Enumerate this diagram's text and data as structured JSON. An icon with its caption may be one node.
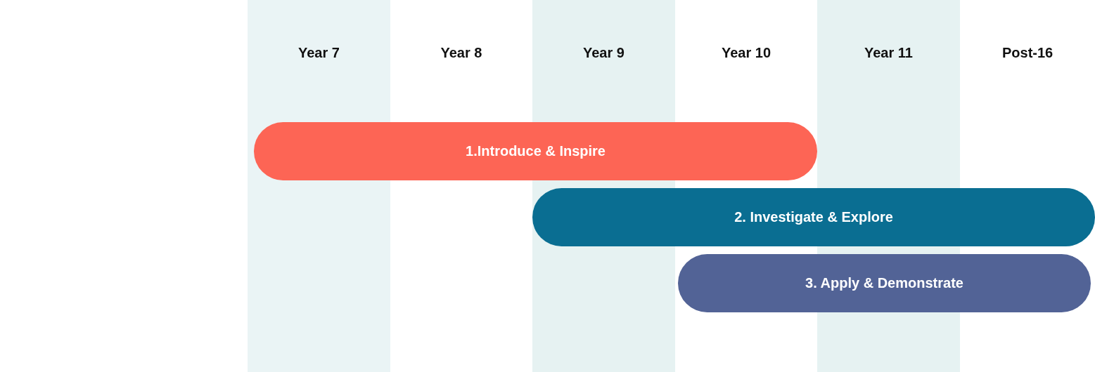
{
  "diagram": {
    "nodes": [
      {
        "text": [
          "1.Introduce & Inspire"
        ]
      },
      {
        "text": [
          "2. Investigate & Explore"
        ]
      },
      {
        "text": [
          "3. Apply & Demonstrate"
        ]
      }
    ],
    "edges": [],
    "labels": [
      "Year 7",
      "Year 8",
      "Year 9",
      "Year 10",
      "Year 11",
      "Post-16"
    ]
  }
}
